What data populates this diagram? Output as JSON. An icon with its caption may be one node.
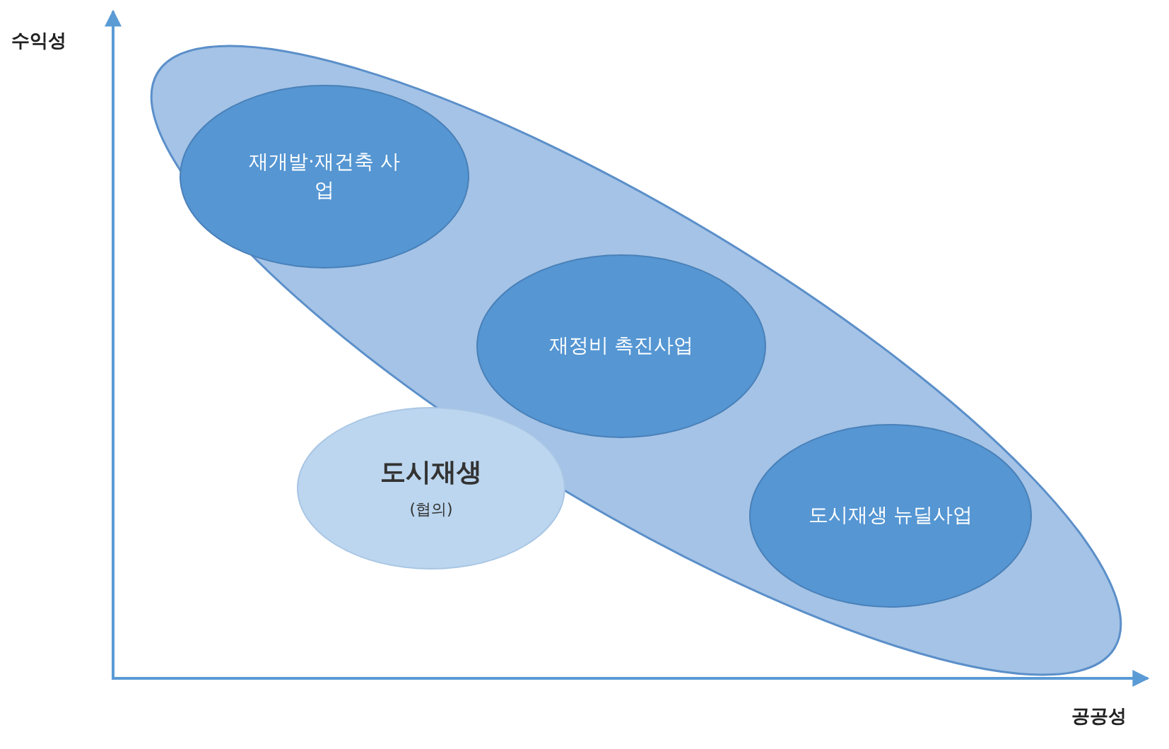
{
  "diagram": {
    "nodes": [
      {
        "text": [],
        "shape": "ellipse"
      },
      {
        "text": [
          "재개발·재건축 사업"
        ],
        "in": 0
      },
      {
        "text": [
          "재정비 촉진사업"
        ],
        "in": 0
      },
      {
        "text": [
          "도시재생 뉴딜사업"
        ],
        "in": 0
      },
      {
        "text": [
          "도시재생",
          "(협의)"
        ]
      }
    ],
    "edges": [],
    "labels": [
      "수익성",
      "공공성"
    ]
  }
}
